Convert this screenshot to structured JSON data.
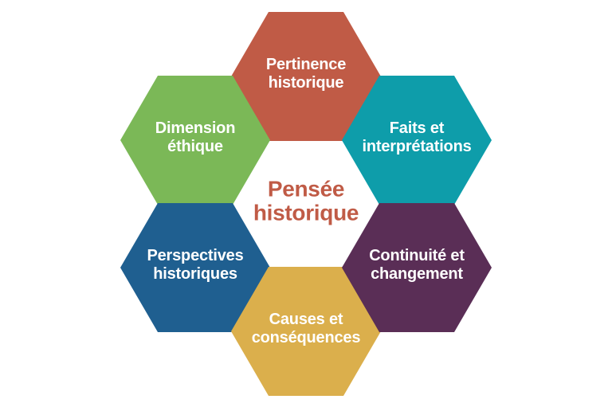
{
  "background": "#FFFFFF",
  "center": {
    "label": "Pensée historique",
    "line1": "Pensée",
    "line2": "historique",
    "color": "#C05B46"
  },
  "hexagons": [
    {
      "id": "pertinence-historique",
      "position": "top",
      "label": "Pertinence historique",
      "line1": "Pertinence",
      "line2": "historique",
      "color": "#C05B46",
      "text_color": "#FFFFFF"
    },
    {
      "id": "faits-et-interpretations",
      "position": "top-right",
      "label": "Faits et interprétations",
      "line1": "Faits et",
      "line2": "interprétations",
      "color": "#0E9DAA",
      "text_color": "#FFFFFF"
    },
    {
      "id": "continuite-et-changement",
      "position": "bottom-right",
      "label": "Continuité et changement",
      "line1": "Continuité et",
      "line2": "changement",
      "color": "#5A2E56",
      "text_color": "#FFFFFF"
    },
    {
      "id": "causes-et-consequences",
      "position": "bottom",
      "label": "Causes et conséquences",
      "line1": "Causes et",
      "line2": "conséquences",
      "color": "#DBAF4C",
      "text_color": "#FFFFFF"
    },
    {
      "id": "perspectives-historiques",
      "position": "bottom-left",
      "label": "Perspectives historiques",
      "line1": "Perspectives",
      "line2": "historiques",
      "color": "#1F5F90",
      "text_color": "#FFFFFF"
    },
    {
      "id": "dimension-ethique",
      "position": "top-left",
      "label": "Dimension éthique",
      "line1": "Dimension",
      "line2": "éthique",
      "color": "#7BB857",
      "text_color": "#FFFFFF"
    }
  ]
}
